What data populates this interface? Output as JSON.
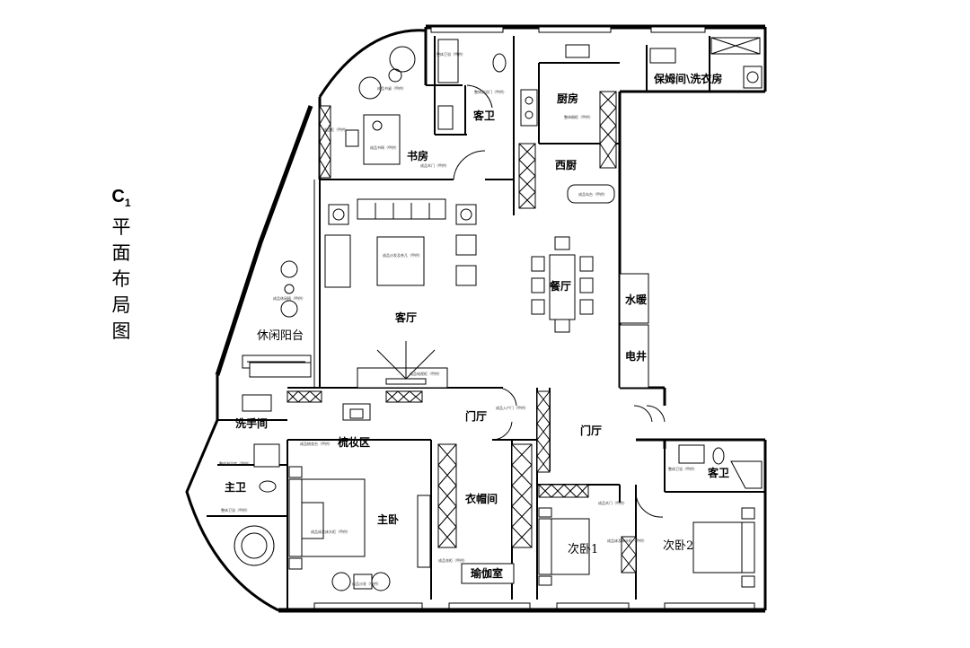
{
  "title": {
    "code": "C",
    "code_sub": "1",
    "chars": [
      "平",
      "面",
      "布",
      "局",
      "图"
    ]
  },
  "rooms": {
    "guest_bath_top": "客卫",
    "kitchen": "厨房",
    "laundry": "保姆间\\洗衣房",
    "study": "书房",
    "western_kitchen": "西厨",
    "dining": "餐厅",
    "water_heater": "水暖",
    "electric_shaft": "电井",
    "living": "客厅",
    "leisure_balcony": "休闲阳台",
    "wash_room": "洗手间",
    "vanity": "梳妆区",
    "foyer_inner": "门厅",
    "foyer": "门厅",
    "master_bath": "主卫",
    "master_bedroom": "主卧",
    "wardrobe": "衣帽间",
    "yoga_room": "瑜伽室",
    "guest_bath_right": "客卫",
    "bedroom2": "次卧1",
    "bedroom3": "次卧2"
  },
  "annotations": {
    "study_desk": "成品书桌（甲供）",
    "study_chair": "成品书椅（甲供）",
    "study_door": "成品木门（甲供）",
    "study_cabinet": "成品柜（甲供）",
    "kitchen_cab": "整体橱柜（甲供）",
    "bath_cabinet": "整体卫浴（甲供）",
    "bath_door": "整体淋浴门（甲供）",
    "island": "成品岛台（甲供）",
    "sofa": "成品沙发及茶几（甲供）",
    "balcony_chairs": "成品休闲椅（甲供）",
    "tv_cabinet": "成品电视柜（甲供）",
    "entrance_door": "成品入户门（甲供）",
    "vanity_table": "成品梳妆台（甲供）",
    "master_bed": "成品床及床头柜（甲供）",
    "master_sofa": "成品沙发（甲供）",
    "wardrobe_cab": "成品衣柜（甲供）",
    "shower_cab": "整体淋浴房（甲供）",
    "bed1": "成品床及床头柜（甲供）",
    "wood_door": "成品木门（甲供）"
  }
}
